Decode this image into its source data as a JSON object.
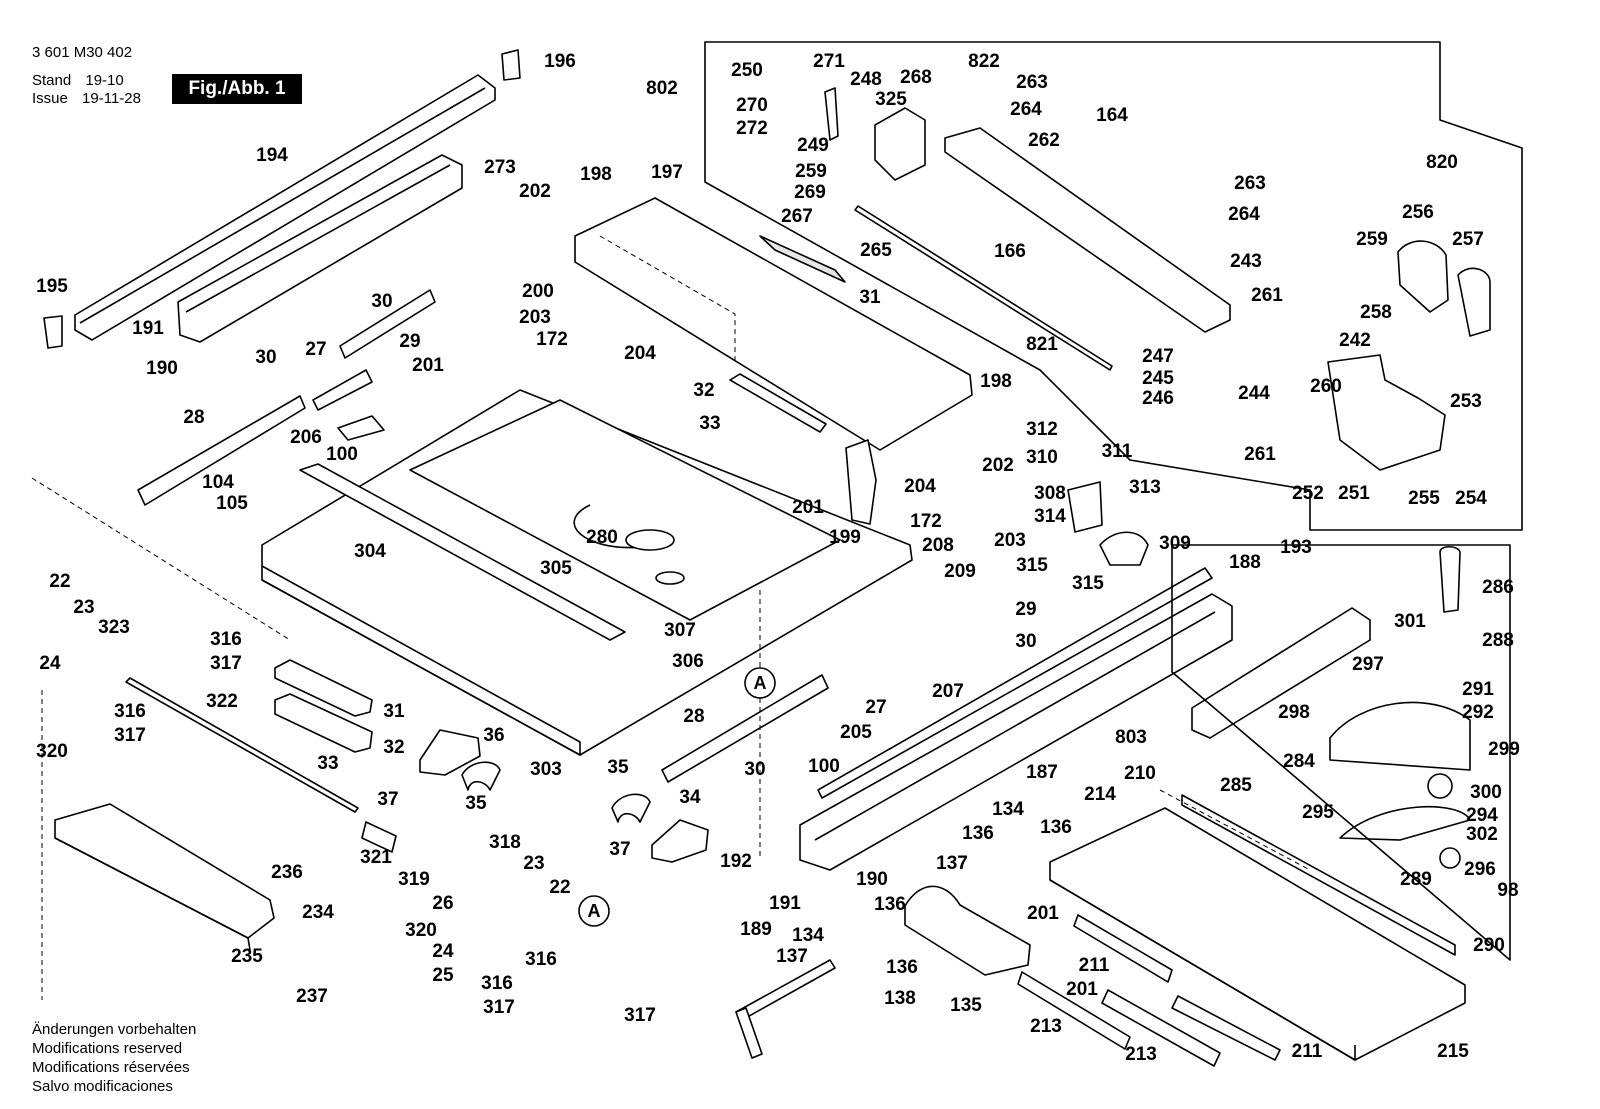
{
  "header": {
    "code": "3 601 M30 402",
    "stand_label": "Stand",
    "issue_label": "Issue",
    "stand_value": "19-10",
    "issue_value": "19-11-28",
    "figure_badge": "Fig./Abb. 1"
  },
  "notes": [
    "Änderungen vorbehalten",
    "Modifications reserved",
    "Modifications réservées",
    "Salvo modificaciones"
  ],
  "detail_marker": "A",
  "part_labels": [
    "196",
    "194",
    "273",
    "195",
    "191",
    "190",
    "30",
    "29",
    "27",
    "28",
    "30",
    "206",
    "104",
    "105",
    "100",
    "198",
    "202",
    "197",
    "200",
    "203",
    "172",
    "204",
    "201",
    "31",
    "32",
    "33",
    "22",
    "23",
    "323",
    "316",
    "317",
    "24",
    "316",
    "320",
    "317",
    "322",
    "304",
    "305",
    "280",
    "307",
    "306",
    "31",
    "32",
    "33",
    "36",
    "37",
    "35",
    "303",
    "321",
    "319",
    "26",
    "318",
    "23",
    "22",
    "320",
    "24",
    "25",
    "316",
    "316",
    "317",
    "317",
    "236",
    "234",
    "235",
    "237",
    "802",
    "250",
    "271",
    "248",
    "268",
    "822",
    "263",
    "264",
    "270",
    "325",
    "272",
    "249",
    "259",
    "269",
    "267",
    "265",
    "166",
    "164",
    "262",
    "263",
    "264",
    "820",
    "256",
    "257",
    "259",
    "258",
    "243",
    "261",
    "247",
    "245",
    "246",
    "244",
    "242",
    "260",
    "253",
    "261",
    "252",
    "251",
    "255",
    "254",
    "821",
    "198",
    "202",
    "199",
    "201",
    "204",
    "172",
    "203",
    "312",
    "310",
    "311",
    "308",
    "313",
    "314",
    "309",
    "315",
    "315",
    "208",
    "209",
    "29",
    "30",
    "27",
    "205",
    "100",
    "28",
    "30",
    "35",
    "34",
    "37",
    "207",
    "187",
    "188",
    "193",
    "286",
    "301",
    "288",
    "297",
    "291",
    "292",
    "298",
    "299",
    "284",
    "300",
    "294",
    "295",
    "302",
    "296",
    "289",
    "98",
    "290",
    "803",
    "210",
    "285",
    "214",
    "134",
    "136",
    "136",
    "137",
    "201",
    "192",
    "190",
    "189",
    "191",
    "134",
    "136",
    "137",
    "136",
    "201",
    "138",
    "135",
    "211",
    "213",
    "213",
    "211",
    "215"
  ],
  "colors": {
    "line": "#000000",
    "part_fill": "#ffffff",
    "shade": "#d9d9d9",
    "label_bg": "#000000"
  }
}
